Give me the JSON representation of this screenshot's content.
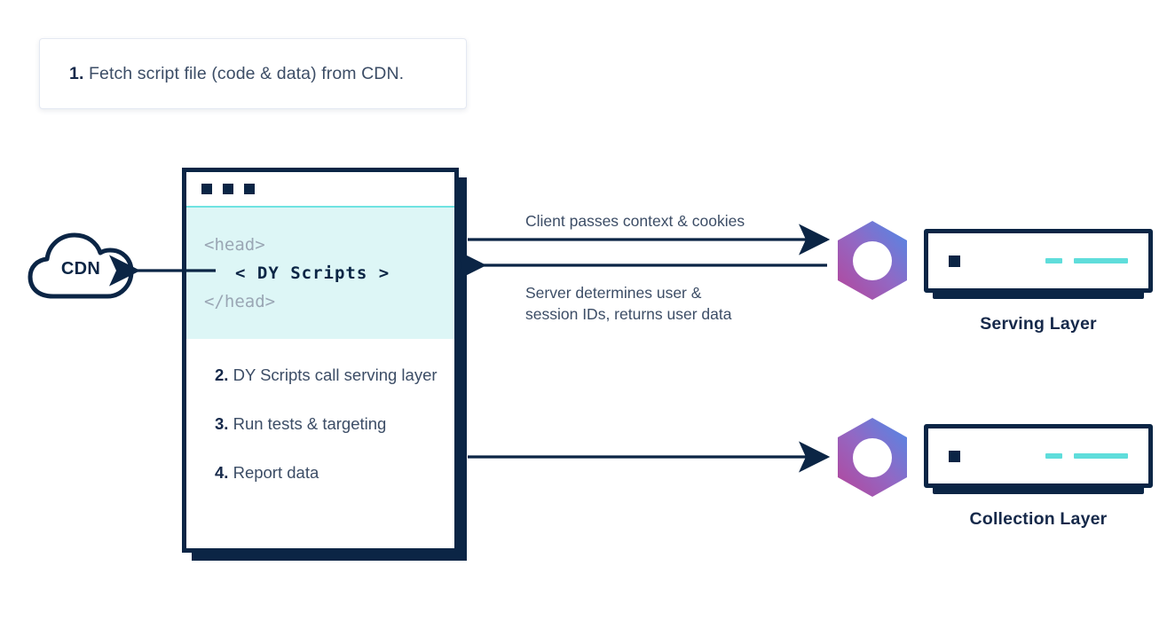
{
  "diagram": {
    "title": "DY script delivery and serving flow",
    "colors": {
      "navy": "#0b2545",
      "text": "#3c4d66",
      "code_bg": "#ddf6f6",
      "teal": "#5fdddb",
      "hex_gradient_from": "#b5549f",
      "hex_gradient_to": "#4a7fe0"
    }
  },
  "step1": {
    "number": "1.",
    "text": " Fetch script file (code & data) from CDN."
  },
  "browser": {
    "titlebar_dots": [
      "dot-1",
      "dot-2",
      "dot-3"
    ],
    "code": {
      "line1": "<head>",
      "line2": "< DY Scripts >",
      "line3": "</head>"
    },
    "steps": [
      {
        "number": "2.",
        "text": " DY Scripts call serving layer"
      },
      {
        "number": "3.",
        "text": " Run tests & targeting"
      },
      {
        "number": "4.",
        "text": " Report data"
      }
    ]
  },
  "cdn": {
    "label": "CDN",
    "icon": "cloud-icon"
  },
  "arrows": {
    "to_cdn": {
      "label": "",
      "direction": "left"
    },
    "client_to_server": {
      "label": "Client passes context & cookies",
      "direction": "right"
    },
    "server_to_client": {
      "label": "Server determines user & session IDs, returns user data",
      "direction": "left"
    },
    "report_to_collection": {
      "label": "",
      "direction": "right"
    }
  },
  "arrow_labels": {
    "client": "Client passes context & cookies",
    "server_line1": "Server determines user &",
    "server_line2": "session IDs, returns user data"
  },
  "nodes": [
    {
      "id": "serving",
      "icon": "hexagon-dashboard-icon",
      "label": "Serving Layer"
    },
    {
      "id": "collection",
      "icon": "hexagon-dashboard-icon",
      "label": "Collection Layer"
    }
  ]
}
